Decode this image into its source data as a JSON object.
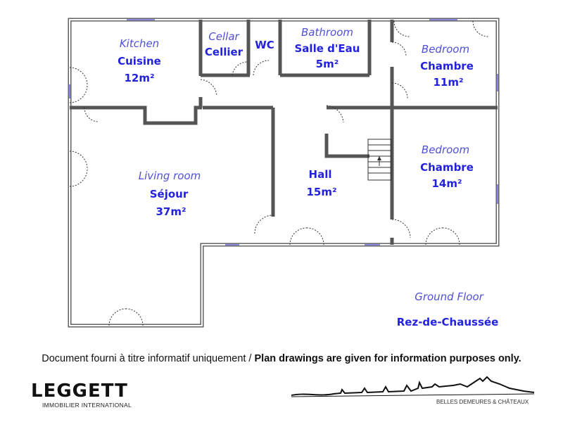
{
  "rooms": {
    "kitchen": {
      "en": "Kitchen",
      "fr": "Cuisine",
      "area": "12m²"
    },
    "cellar": {
      "en": "Cellar",
      "fr": "Cellier"
    },
    "wc": {
      "fr": "WC"
    },
    "bathroom": {
      "en": "Bathroom",
      "fr": "Salle d'Eau",
      "area": "5m²"
    },
    "bedroom1": {
      "en": "Bedroom",
      "fr": "Chambre",
      "area": "11m²"
    },
    "living": {
      "en": "Living room",
      "fr": "Séjour",
      "area": "37m²"
    },
    "hall": {
      "fr": "Hall",
      "area": "15m²"
    },
    "bedroom2": {
      "en": "Bedroom",
      "fr": "Chambre",
      "area": "14m²"
    }
  },
  "floor": {
    "en": "Ground Floor",
    "fr": "Rez-de-Chaussée"
  },
  "disclaimer": {
    "fr": "Document fourni à titre informatif uniquement /",
    "en": "Plan drawings are given for information purposes only."
  },
  "logo": {
    "name": "LEGGETT",
    "tagline": "IMMOBILIER INTERNATIONAL"
  },
  "skyline_caption": "BELLES DEMEURES & CHÂTEAUX",
  "colors": {
    "wall": "#555555",
    "label": "#2222dd",
    "label_italic": "#4f4fd8",
    "window": "#8a8ae0"
  }
}
